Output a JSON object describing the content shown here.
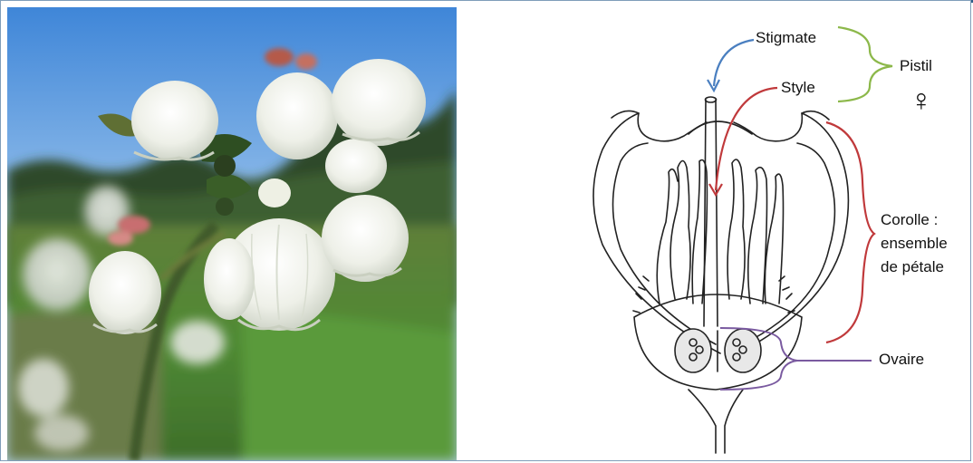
{
  "labels": {
    "stigmate": "Stigmate",
    "style": "Style",
    "pistil": "Pistil",
    "female_symbol": "♀",
    "corolle_line1": "Corolle :",
    "corolle_line2": "ensemble",
    "corolle_line3": "de pétale",
    "ovaire": "Ovaire"
  },
  "colors": {
    "stigmate_arrow": "#4a7fc0",
    "style_arrow": "#c0393b",
    "pistil_brace": "#8cb84a",
    "corolle_brace": "#c0393b",
    "ovaire_brace": "#7a5aa0",
    "frame_border": "#7f9db9",
    "top_bar": "#2f5d8a"
  }
}
